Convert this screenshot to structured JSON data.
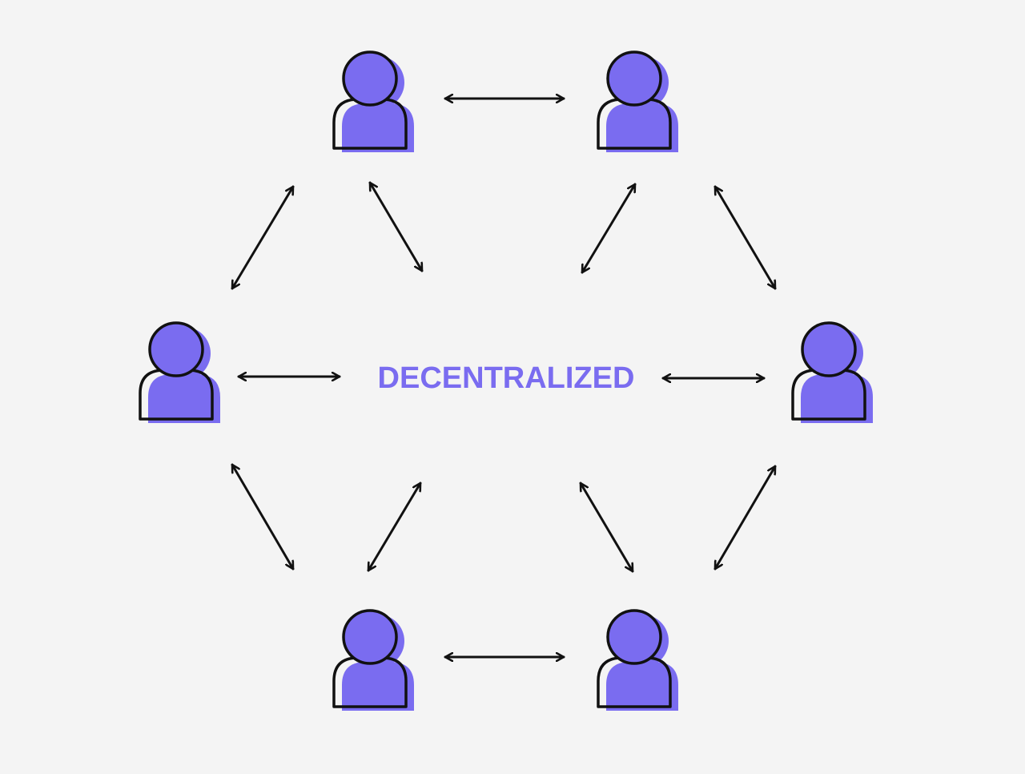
{
  "center_label": "DECENTRALIZED",
  "colors": {
    "background": "#f4f4f4",
    "accent": "#7a6cf0",
    "outline": "#111111"
  },
  "nodes": [
    {
      "id": "top-left",
      "icon": "person-icon"
    },
    {
      "id": "top-right",
      "icon": "person-icon"
    },
    {
      "id": "middle-left",
      "icon": "person-icon"
    },
    {
      "id": "middle-right",
      "icon": "person-icon"
    },
    {
      "id": "bottom-left",
      "icon": "person-icon"
    },
    {
      "id": "bottom-right",
      "icon": "person-icon"
    }
  ],
  "connections": [
    {
      "from": "top-left",
      "to": "top-right"
    },
    {
      "from": "top-left",
      "to": "middle-left"
    },
    {
      "from": "top-left",
      "to": "center"
    },
    {
      "from": "top-right",
      "to": "center"
    },
    {
      "from": "top-right",
      "to": "middle-right"
    },
    {
      "from": "middle-left",
      "to": "center"
    },
    {
      "from": "center",
      "to": "middle-right"
    },
    {
      "from": "middle-left",
      "to": "bottom-left"
    },
    {
      "from": "center",
      "to": "bottom-left"
    },
    {
      "from": "center",
      "to": "bottom-right"
    },
    {
      "from": "middle-right",
      "to": "bottom-right"
    },
    {
      "from": "bottom-left",
      "to": "bottom-right"
    }
  ]
}
